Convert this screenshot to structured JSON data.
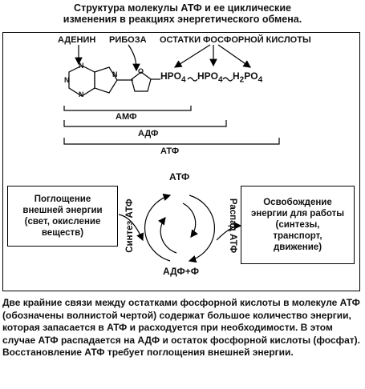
{
  "title": {
    "line1": "Структура молекулы АТФ и ее циклические",
    "line2": "изменения в реакциях энергетического обмена."
  },
  "structure": {
    "adenine": "АДЕНИН",
    "ribose": "РИБОЗА",
    "phosphate_residues": "ОСТАТКИ ФОСФОРНОЙ КИСЛОТЫ",
    "formula": {
      "p1": "HPO",
      "p1_sub": "4",
      "p2": "HPO",
      "p2_sub": "4",
      "p3a": "H",
      "p3a_sub": "2",
      "p3b": "PO",
      "p3b_sub": "4"
    },
    "ring_atoms": [
      "N",
      "N",
      "N",
      "N",
      "O"
    ],
    "amf": "АМФ",
    "adf": "АДФ",
    "atf": "АТФ"
  },
  "cycle": {
    "top": "АТФ",
    "bottom": "АДФ+Ф",
    "left_label": "Синтез АТФ",
    "right_label": "Распад АТФ",
    "left_box": [
      "Поглощение",
      "внешней энергии",
      "(свет, окисление",
      "веществ)"
    ],
    "right_box": [
      "Освобождение",
      "энергии для работы",
      "(синтезы,",
      "транспорт,",
      "движение)"
    ]
  },
  "description": "Две крайние связи между остатками фосфорной кислоты в молекуле АТФ (обозначены волнистой чертой) содержат большое количество энергии, которая запасается в АТФ и расходуется при необходимости. В этом случае АТФ распадается на АДФ и остаток фосфорной кислоты (фосфат). Восстановление АТФ требует поглощения внешней энергии."
}
